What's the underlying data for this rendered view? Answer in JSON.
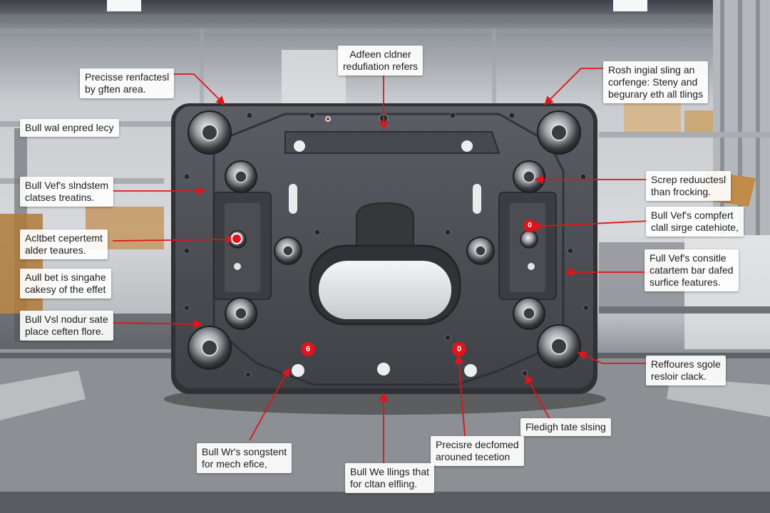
{
  "colors": {
    "accent_red": "#e0141b",
    "plate": "#4c4f55",
    "plate_edge": "#35373c",
    "label_bg": "#ffffff"
  },
  "callouts": [
    {
      "id": "c1",
      "lines": [
        "Precisse renfactesl",
        "by gften area."
      ]
    },
    {
      "id": "c2",
      "lines": [
        "Adfeen cldner",
        "redufiation refers"
      ]
    },
    {
      "id": "c3",
      "lines": [
        "Rosh ingial sling an",
        "corfenge: Steny and",
        "begurary eth all tlings"
      ]
    },
    {
      "id": "c4",
      "lines": [
        "Bull wal enpred lecy"
      ]
    },
    {
      "id": "c5",
      "lines": [
        "Bull Vef's slndstem",
        "clatses treatins."
      ]
    },
    {
      "id": "c6",
      "lines": [
        "Acltbet cepertemt",
        "alder teaures."
      ]
    },
    {
      "id": "c7",
      "lines": [
        "Aull bet is singahe",
        "cakesy of the effet"
      ]
    },
    {
      "id": "c8",
      "lines": [
        "Bull Vsl nodur sate",
        "place ceften flore."
      ]
    },
    {
      "id": "c9",
      "lines": [
        "Screp reduuctesl",
        "than frocking."
      ]
    },
    {
      "id": "c10",
      "lines": [
        "Bull Vef's compfert",
        "clall sirge catehiote,"
      ]
    },
    {
      "id": "c11",
      "lines": [
        "Full Vef's consitle",
        "catartem bar dafed",
        "surfice features."
      ]
    },
    {
      "id": "c12",
      "lines": [
        "Reffoures sgole",
        "resloir clack."
      ]
    },
    {
      "id": "c13",
      "lines": [
        "Fledigh tate slsing"
      ]
    },
    {
      "id": "c14",
      "lines": [
        "Precisre decfomed",
        "arouned tecetion"
      ]
    },
    {
      "id": "c15",
      "lines": [
        "Bull Wr's songstent",
        "for mech efice,"
      ]
    },
    {
      "id": "c16",
      "lines": [
        "Bull We llings that",
        "for cltan elfling."
      ]
    }
  ],
  "markers": [
    {
      "id": "m1",
      "text": "6"
    },
    {
      "id": "m2",
      "text": "0"
    },
    {
      "id": "m3",
      "text": "0"
    }
  ]
}
